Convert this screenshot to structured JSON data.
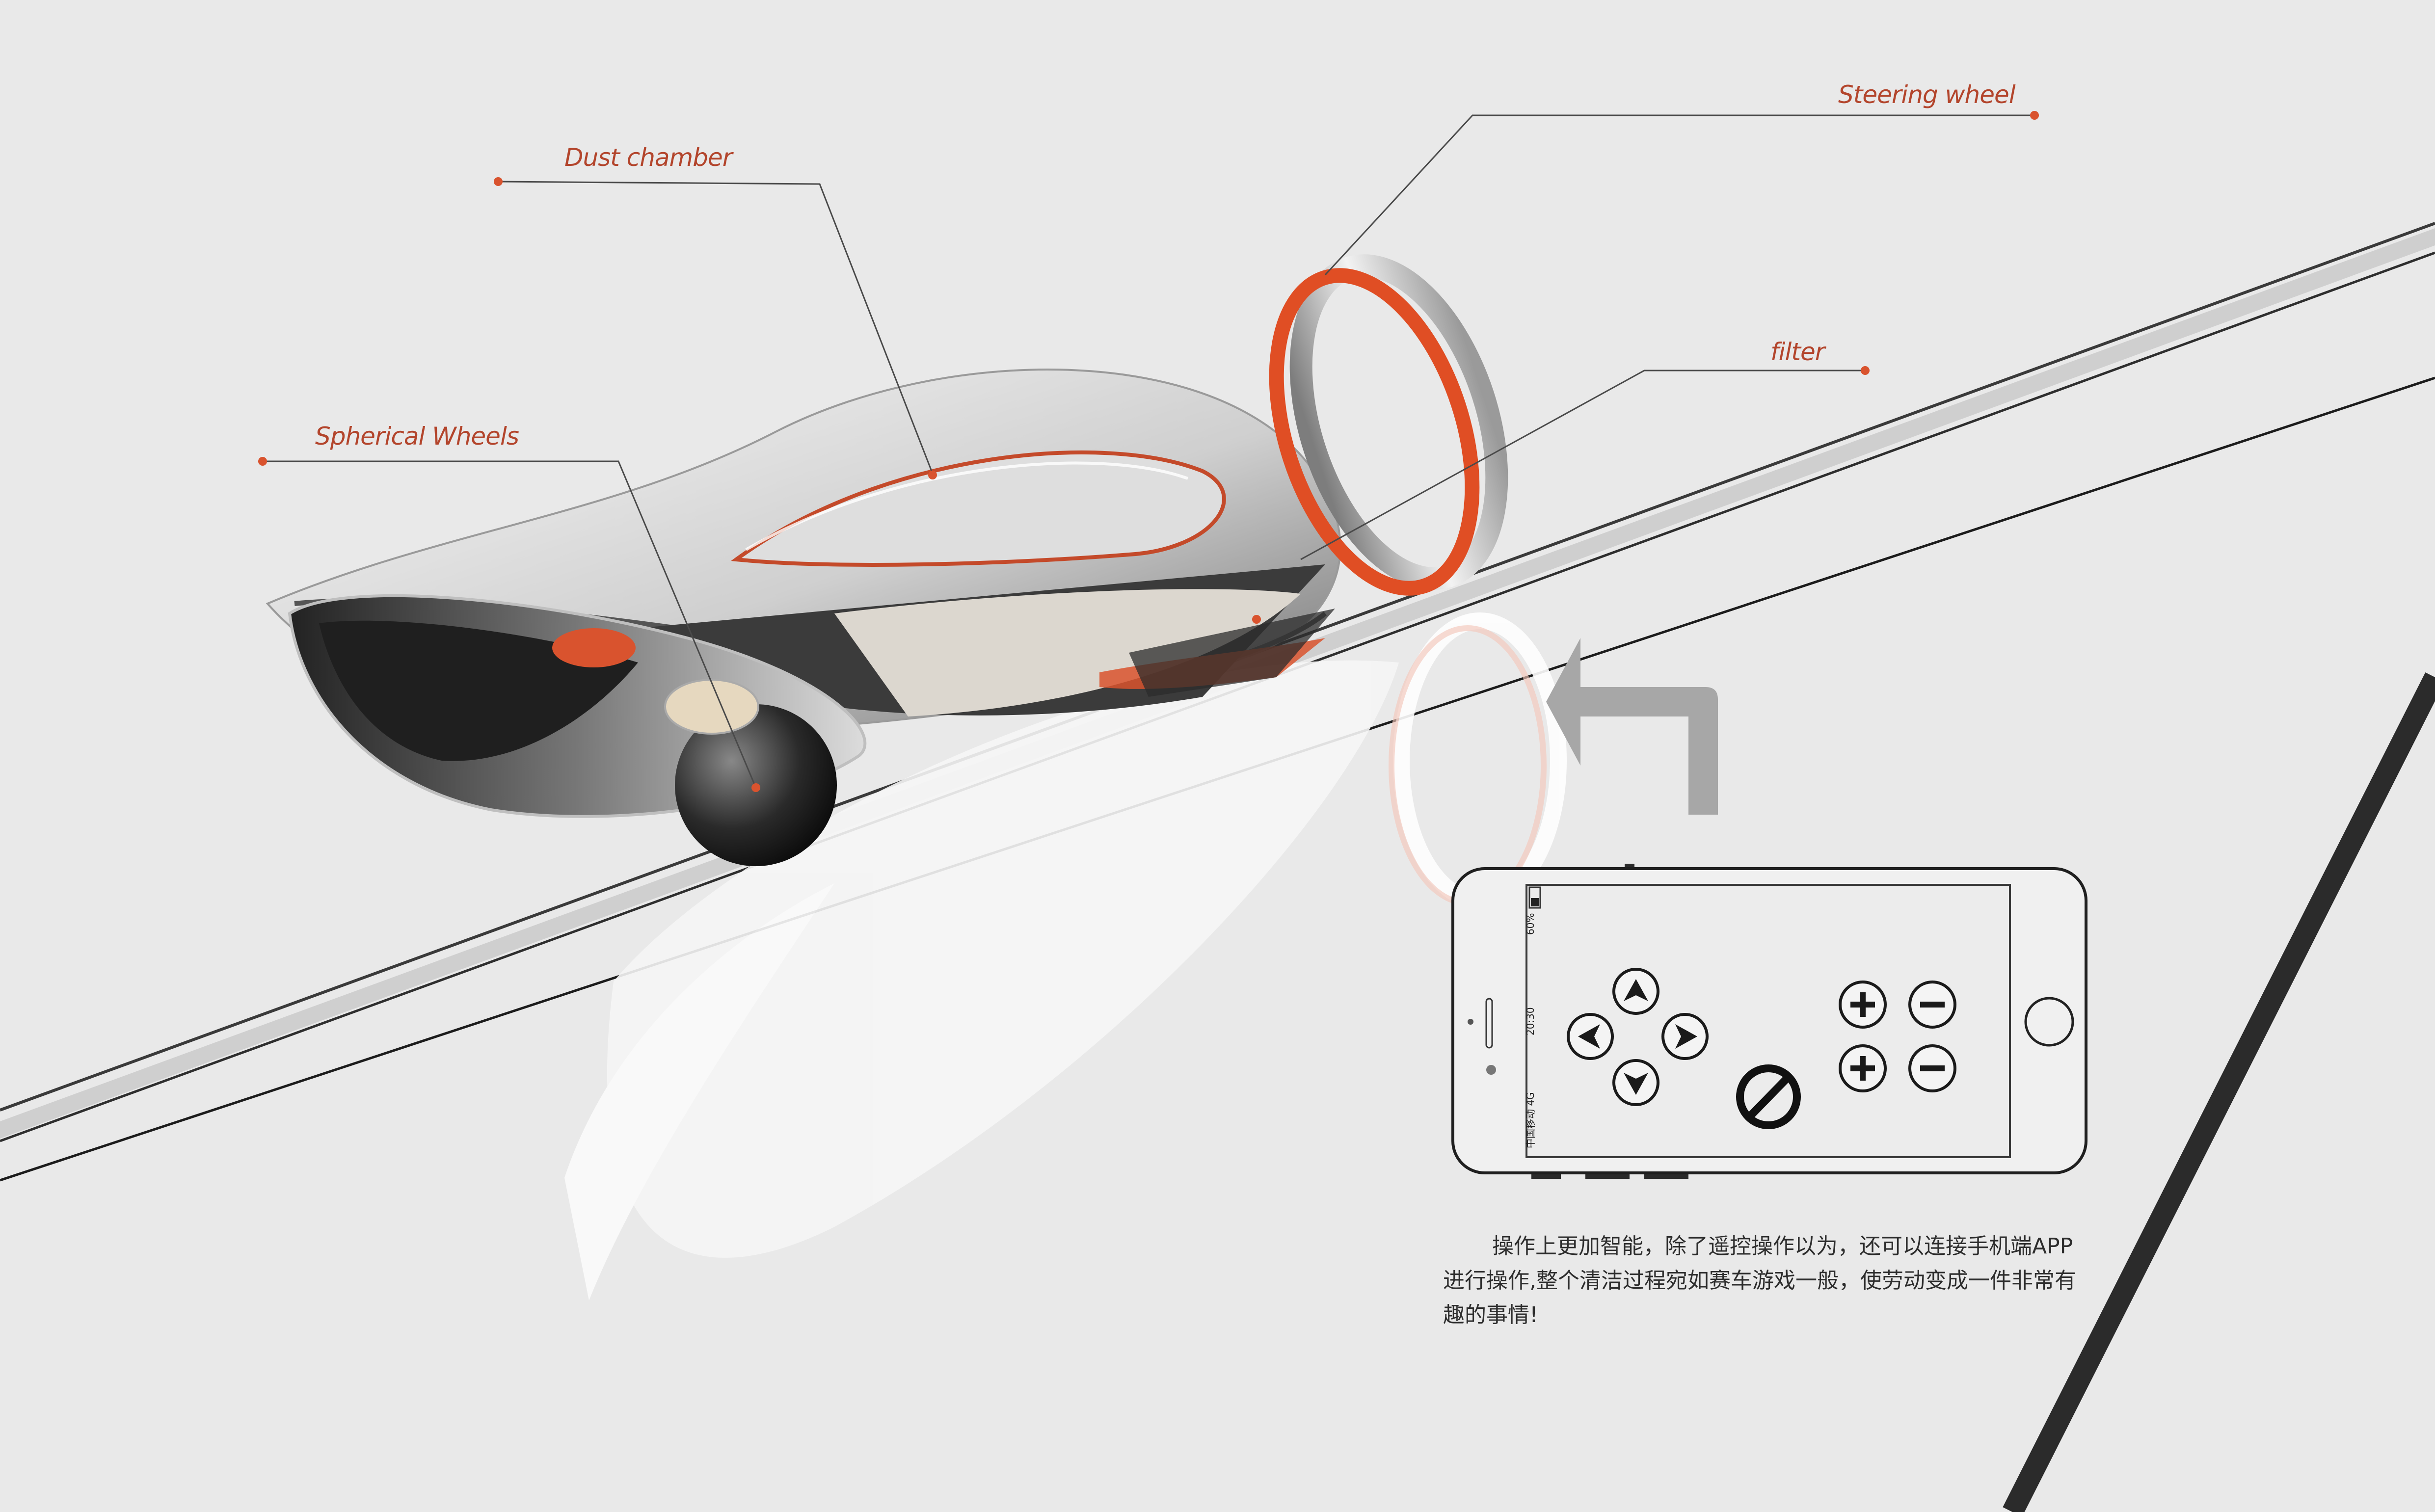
{
  "callouts": {
    "dust_chamber": "Dust chamber",
    "steering_wheel": "Steering wheel",
    "filter": "filter",
    "spherical_wheels": "Spherical Wheels"
  },
  "phone": {
    "battery": "60%",
    "time": "20:30",
    "carrier": "中国移动 4G",
    "controls": {
      "up": "up-arrow-icon",
      "left": "left-arrow-icon",
      "right": "right-arrow-icon",
      "down": "down-arrow-icon",
      "stop": "stop-icon",
      "plus": "plus-icon",
      "minus": "minus-icon"
    }
  },
  "description": "操作上更加智能，除了遥控操作以为，还可以连接手机端APP进行操作,整个清洁过程宛如赛车游戏一般，使劳动变成一件非常有趣的事情!",
  "colors": {
    "background": "#e9e9e9",
    "accent": "#d9532e",
    "label": "#b3452c"
  }
}
